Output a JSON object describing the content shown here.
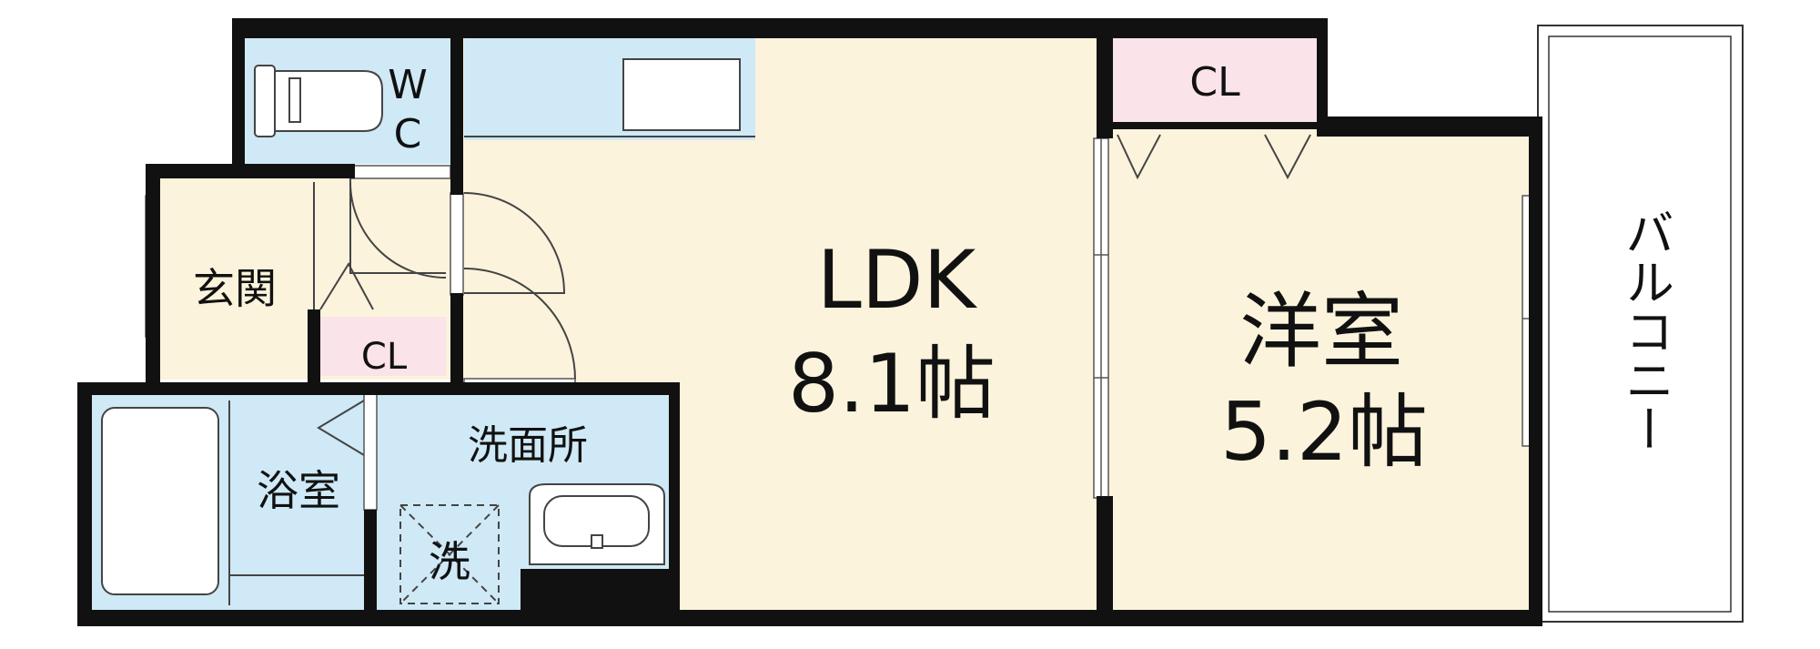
{
  "rooms": {
    "wc": {
      "label_top": "W",
      "label_bottom": "C"
    },
    "entrance": {
      "label": "玄関"
    },
    "entrance_closet": {
      "label": "CL"
    },
    "bathroom": {
      "label": "浴室"
    },
    "washroom": {
      "label": "洗面所"
    },
    "washer": {
      "label": "洗"
    },
    "ldk": {
      "name": "LDK",
      "size": "8.1帖"
    },
    "western_room": {
      "name": "洋室",
      "size": "5.2帖"
    },
    "western_closet": {
      "label": "CL"
    },
    "balcony": {
      "label": "バルコニー"
    }
  },
  "colors": {
    "wall": "#111111",
    "ldk_floor": "#fbf3dc",
    "wet_area": "#cfe9f6",
    "closet": "#fbe3ea",
    "balcony": "#ffffff"
  }
}
